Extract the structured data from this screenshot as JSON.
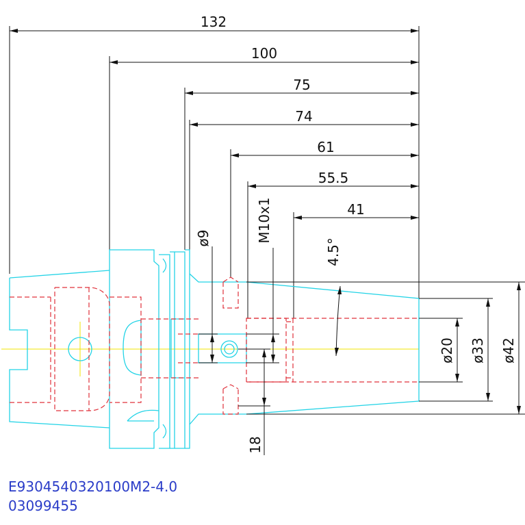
{
  "dimensions": {
    "len_132": "132",
    "len_100": "100",
    "len_75": "75",
    "len_74": "74",
    "len_61": "61",
    "len_55_5": "55.5",
    "len_41": "41",
    "dia_9": "ø9",
    "thread": "M10x1",
    "angle": "4.5°",
    "dia_20": "ø20",
    "dia_33": "ø33",
    "dia_42": "ø42",
    "len_18": "18"
  },
  "part_code": {
    "line1": "E9304540320100M2-4.0",
    "line2": "03099455"
  },
  "colors": {
    "outline": "#22d3e6",
    "hidden_lines": "#e0303a",
    "center_line": "#f2e600",
    "dimension": "#111111",
    "code_text": "#2a3cc8"
  }
}
